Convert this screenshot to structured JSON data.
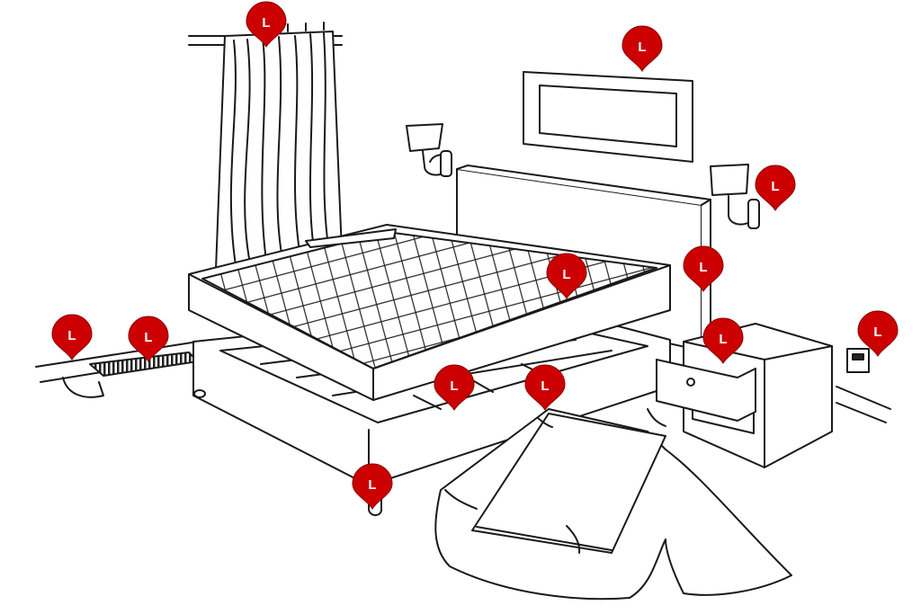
{
  "scene": {
    "name": "bedroom-inspection-illustration",
    "line_color": "#1a1a1a",
    "fill_color": "#ffffff",
    "accent_color": "#cc0000"
  },
  "marker": {
    "letter": "L",
    "icon": "map-pin-icon",
    "color": "#cc0000",
    "text_color": "#ffffff"
  },
  "markers": [
    {
      "name": "marker-curtain"
    },
    {
      "name": "marker-wall-picture"
    },
    {
      "name": "marker-wall-outlet-lamp"
    },
    {
      "name": "marker-mattress-surface"
    },
    {
      "name": "marker-headboard"
    },
    {
      "name": "marker-nightstand-drawer"
    },
    {
      "name": "marker-wall-outlet-right"
    },
    {
      "name": "marker-baseboard-left"
    },
    {
      "name": "marker-floor-vent"
    },
    {
      "name": "marker-box-spring-slat-left"
    },
    {
      "name": "marker-box-spring-slat-right"
    },
    {
      "name": "marker-bed-frame-leg"
    }
  ]
}
